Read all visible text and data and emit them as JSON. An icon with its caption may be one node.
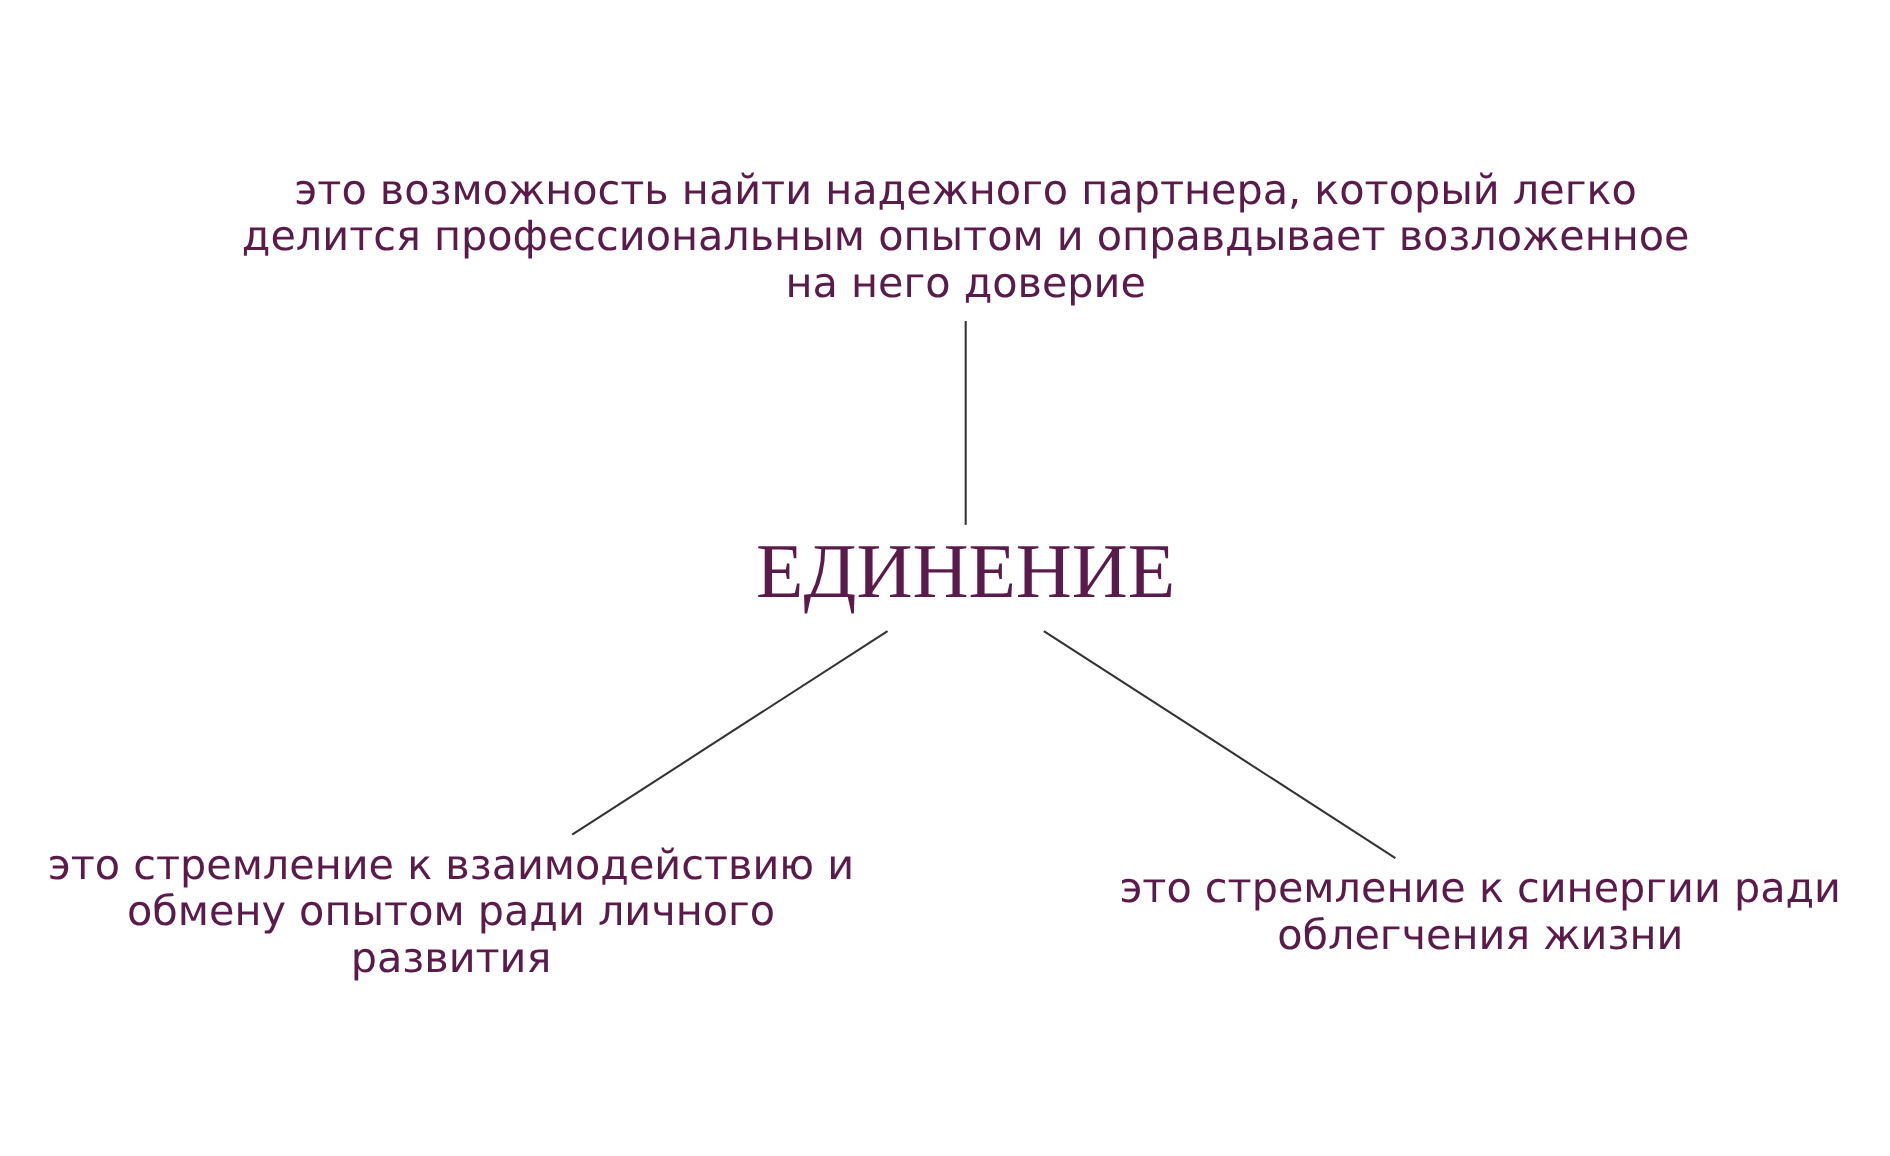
{
  "diagram": {
    "nodes": [
      {
        "text": [
          "это возможность найти надежного партнера, который легко делится профессиональным опытом и оправдывает возложенное на него доверие"
        ]
      },
      {
        "text": [
          "ЕДИНЕНИЕ"
        ]
      },
      {
        "text": [
          "это стремление к взаимодействию и обмену опытом ради личного развития"
        ]
      },
      {
        "text": [
          "это стремление к синергии ради облегчения жизни"
        ]
      }
    ],
    "edges": [
      {
        "from": 0,
        "to": 1,
        "arrow": "none"
      },
      {
        "from": 1,
        "to": 2,
        "arrow": "none"
      },
      {
        "from": 1,
        "to": 3,
        "arrow": "none"
      }
    ]
  }
}
